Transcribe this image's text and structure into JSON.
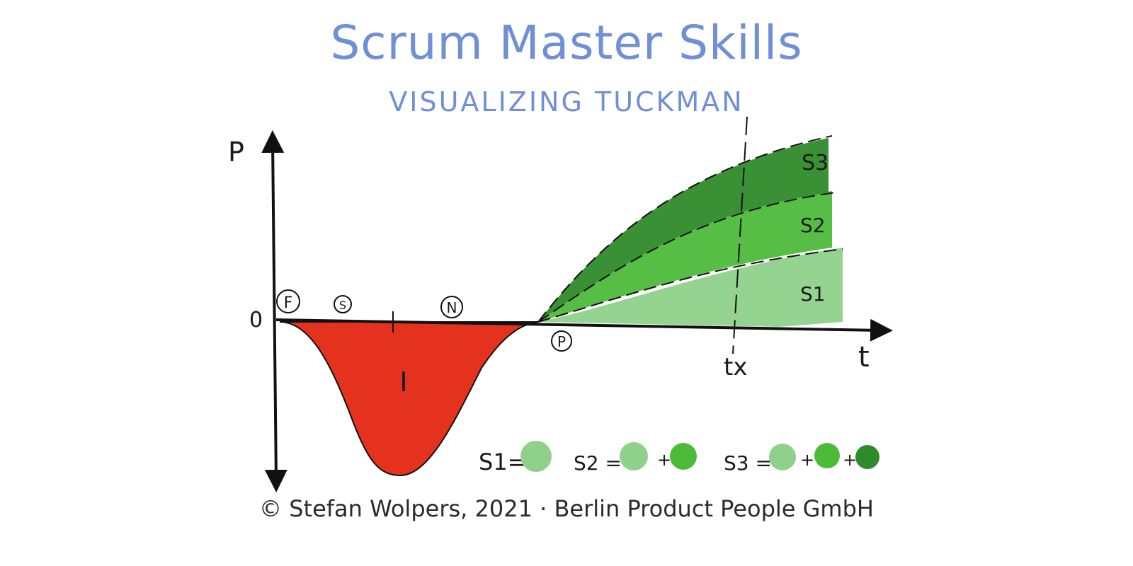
{
  "title": "Scrum Master Skills",
  "subtitle": "VISUALIZING TUCKMAN",
  "axes": {
    "y_label": "P",
    "x_label": "t",
    "origin_label": "0",
    "tx_label": "tx"
  },
  "stages": {
    "forming": "F",
    "storming": "S",
    "norming": "N",
    "performing": "P"
  },
  "investment_label": "I",
  "band_labels": {
    "s1": "S1",
    "s2": "S2",
    "s3": "S3"
  },
  "legend": {
    "s1": "S1=",
    "s2": "S2 =",
    "s3": "S3 =",
    "plus": "+"
  },
  "colors": {
    "title": "#6f8fd6",
    "investment": "#e5321f",
    "s1": "#8fd18a",
    "s2": "#4dbb3a",
    "s3": "#2f8a2a"
  },
  "credit": "© Stefan Wolpers, 2021 · Berlin Product People GmbH"
}
